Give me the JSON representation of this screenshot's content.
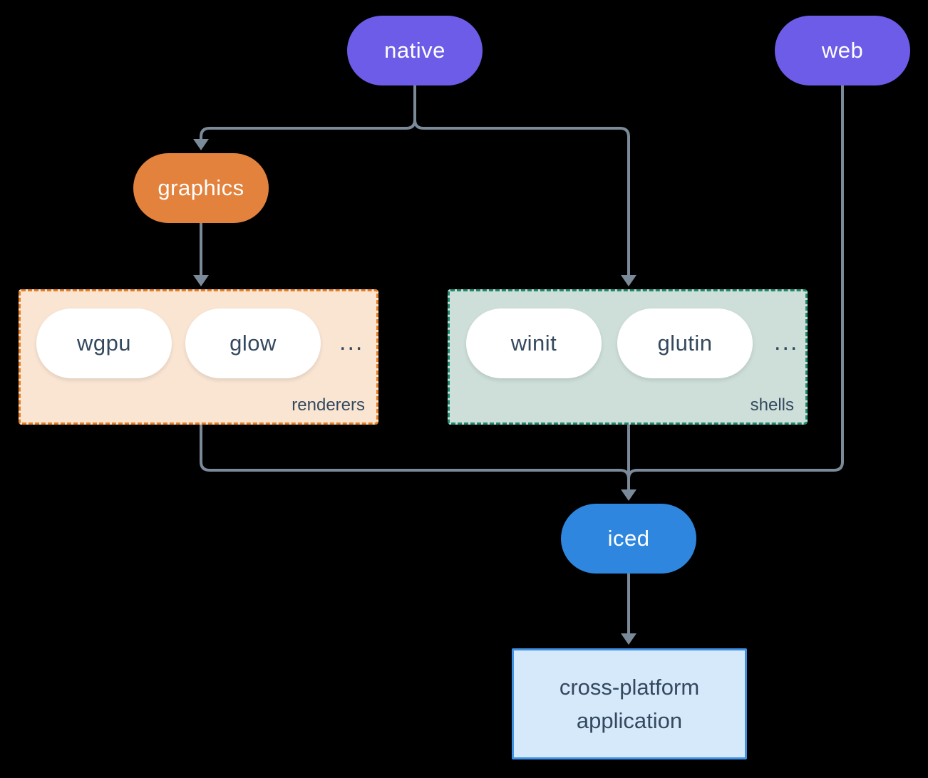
{
  "diagram": {
    "nodes": {
      "native": {
        "label": "native"
      },
      "web": {
        "label": "web"
      },
      "graphics": {
        "label": "graphics"
      },
      "iced": {
        "label": "iced"
      },
      "application": {
        "label_lines": [
          "cross-platform",
          "application"
        ]
      }
    },
    "groups": {
      "renderers": {
        "label": "renderers",
        "items": [
          "wgpu",
          "glow"
        ],
        "ellipsis": "..."
      },
      "shells": {
        "label": "shells",
        "items": [
          "winit",
          "glutin"
        ],
        "ellipsis": "..."
      }
    }
  },
  "colors": {
    "background": "#000000",
    "edge": "#7B8A99",
    "node-purple": "#6C5CE7",
    "node-orange": "#E2823C",
    "node-blue": "#2E86DE",
    "renderers-fill": "#FAE5D3",
    "renderers-border": "#E67E22",
    "shells-fill": "#CDDFD8",
    "shells-border": "#1E8A6E",
    "app-fill": "#D6E9FA",
    "app-border": "#3E92E5",
    "pill-white": "#FFFFFF",
    "text-light": "#FFFFFF",
    "text-dark": "#34495E"
  }
}
